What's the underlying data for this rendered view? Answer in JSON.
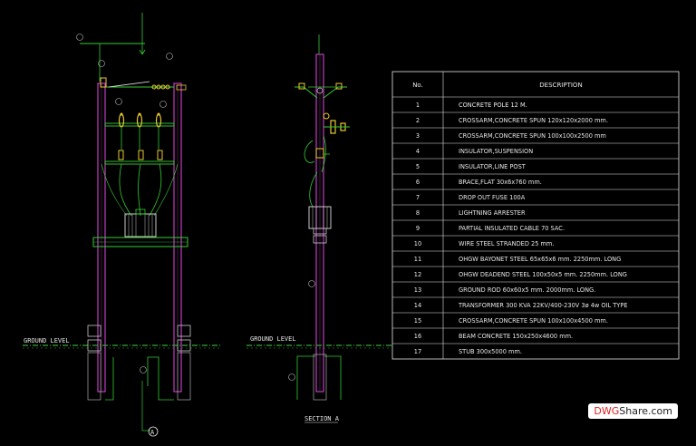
{
  "labels": {
    "ground_level_left": "GROUND LEVEL",
    "ground_level_right": "GROUND LEVEL",
    "section_title": "SECTION A",
    "section_marker": "A"
  },
  "table": {
    "headers": [
      "No.",
      "DESCRIPTION"
    ],
    "rows": [
      {
        "no": "1",
        "desc": "CONCRETE POLE 12 M."
      },
      {
        "no": "2",
        "desc": "CROSSARM,CONCRETE SPUN 120x120x2000 mm."
      },
      {
        "no": "3",
        "desc": "CROSSARM,CONCRETE SPUN 100x100x2500 mm"
      },
      {
        "no": "4",
        "desc": "INSULATOR,SUSPENSION"
      },
      {
        "no": "5",
        "desc": "INSULATOR,LINE POST"
      },
      {
        "no": "6",
        "desc": "BRACE,FLAT 30x6x760 mm."
      },
      {
        "no": "7",
        "desc": "DROP OUT FUSE   100A"
      },
      {
        "no": "8",
        "desc": "LIGHTNING ARRESTER"
      },
      {
        "no": "9",
        "desc": "PARTIAL INSULATED CABLE 70 SAC."
      },
      {
        "no": "10",
        "desc": "WIRE STEEL STRANDED 25 mm."
      },
      {
        "no": "11",
        "desc": "OHGW BAYONET STEEL 65x65x6 mm. 2250mm. LONG"
      },
      {
        "no": "12",
        "desc": "OHGW DEADEND STEEL 100x50x5 mm. 2250mm. LONG"
      },
      {
        "no": "13",
        "desc": "GROUND ROD 60x60x5 mm. 2000mm. LONG."
      },
      {
        "no": "14",
        "desc": "TRANSFORMER 300 KVA 22KV/400-230V 3ø 4w   OIL TYPE"
      },
      {
        "no": "15",
        "desc": "CROSSARM,CONCRETE SPUN 100x100x4500 mm."
      },
      {
        "no": "16",
        "desc": "BEAM CONCRETE 150x250x4600 mm."
      },
      {
        "no": "17",
        "desc": "STUB 300x5000 mm."
      }
    ]
  },
  "watermark": {
    "part1": "DWG",
    "part2": "Share.com"
  },
  "colors": {
    "pole": "#c03cc0",
    "outline": "#8a2a8a",
    "wire": "#33cc33",
    "crossarm": "#33cc33",
    "insulator": "#e8c830",
    "ground": "#33aa33",
    "table_line": "#e6e6e6"
  }
}
